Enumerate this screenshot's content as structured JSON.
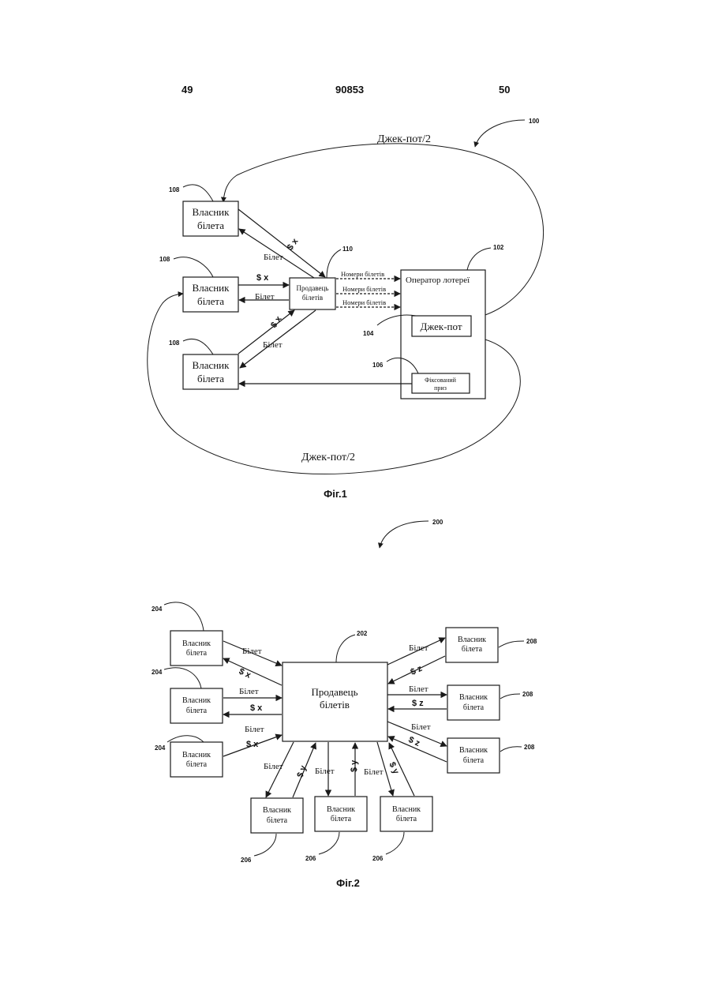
{
  "header": {
    "left_page": "49",
    "patent_number": "90853",
    "right_page": "50"
  },
  "fig1": {
    "ref": "100",
    "caption": "Фіг.1",
    "jackpot_half": "Джек-пот/2",
    "owner_label_1": "Власник",
    "owner_label_2": "білета",
    "owner_ref": "108",
    "seller_ref": "110",
    "seller_label_1": "Продавець",
    "seller_label_2": "білетів",
    "operator_ref": "102",
    "operator_label": "Оператор лотереї",
    "jackpot_ref": "104",
    "jackpot_label": "Джек-пот",
    "fixed_ref": "106",
    "fixed_label_1": "Фіксований",
    "fixed_label_2": "приз",
    "ticket": "Білет",
    "money_x": "$ x",
    "ticket_numbers": "Номери білетів"
  },
  "fig2": {
    "ref": "200",
    "caption": "Фіг.2",
    "seller_ref": "202",
    "seller_label_1": "Продавець",
    "seller_label_2": "білетів",
    "owner_label_1": "Власник",
    "owner_label_2": "білета",
    "left_ref": "204",
    "bottom_ref": "206",
    "right_ref": "208",
    "ticket": "Білет",
    "money_x": "$ x",
    "money_y": "$ y",
    "money_z": "$ z"
  }
}
